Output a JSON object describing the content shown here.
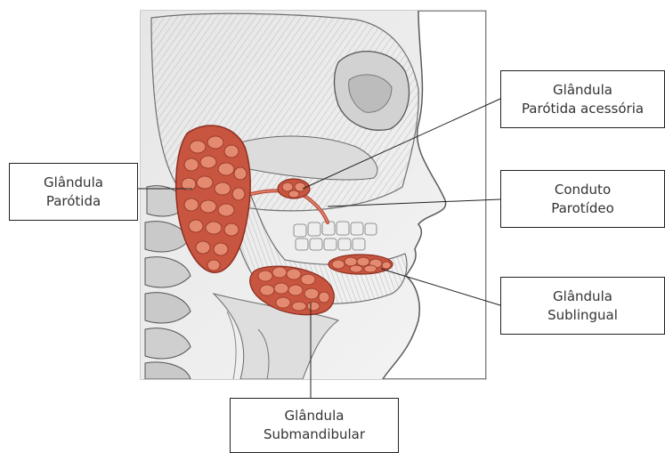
{
  "labels": {
    "parotid": {
      "line1": "Glândula",
      "line2": "Parótida"
    },
    "accessory": {
      "line1": "Glândula",
      "line2": "Parótida acessória"
    },
    "duct": {
      "line1": "Conduto",
      "line2": "Parotídeo"
    },
    "sublingual": {
      "line1": "Glândula",
      "line2": "Sublingual"
    },
    "submandibular": {
      "line1": "Glândula",
      "line2": "Submandibular"
    }
  },
  "colors": {
    "gland": "#c8553f",
    "gland_dark": "#8e2f22",
    "gland_light": "#e38a70",
    "sketch": "#6f6f6f",
    "frame": "#9a9a9a"
  }
}
